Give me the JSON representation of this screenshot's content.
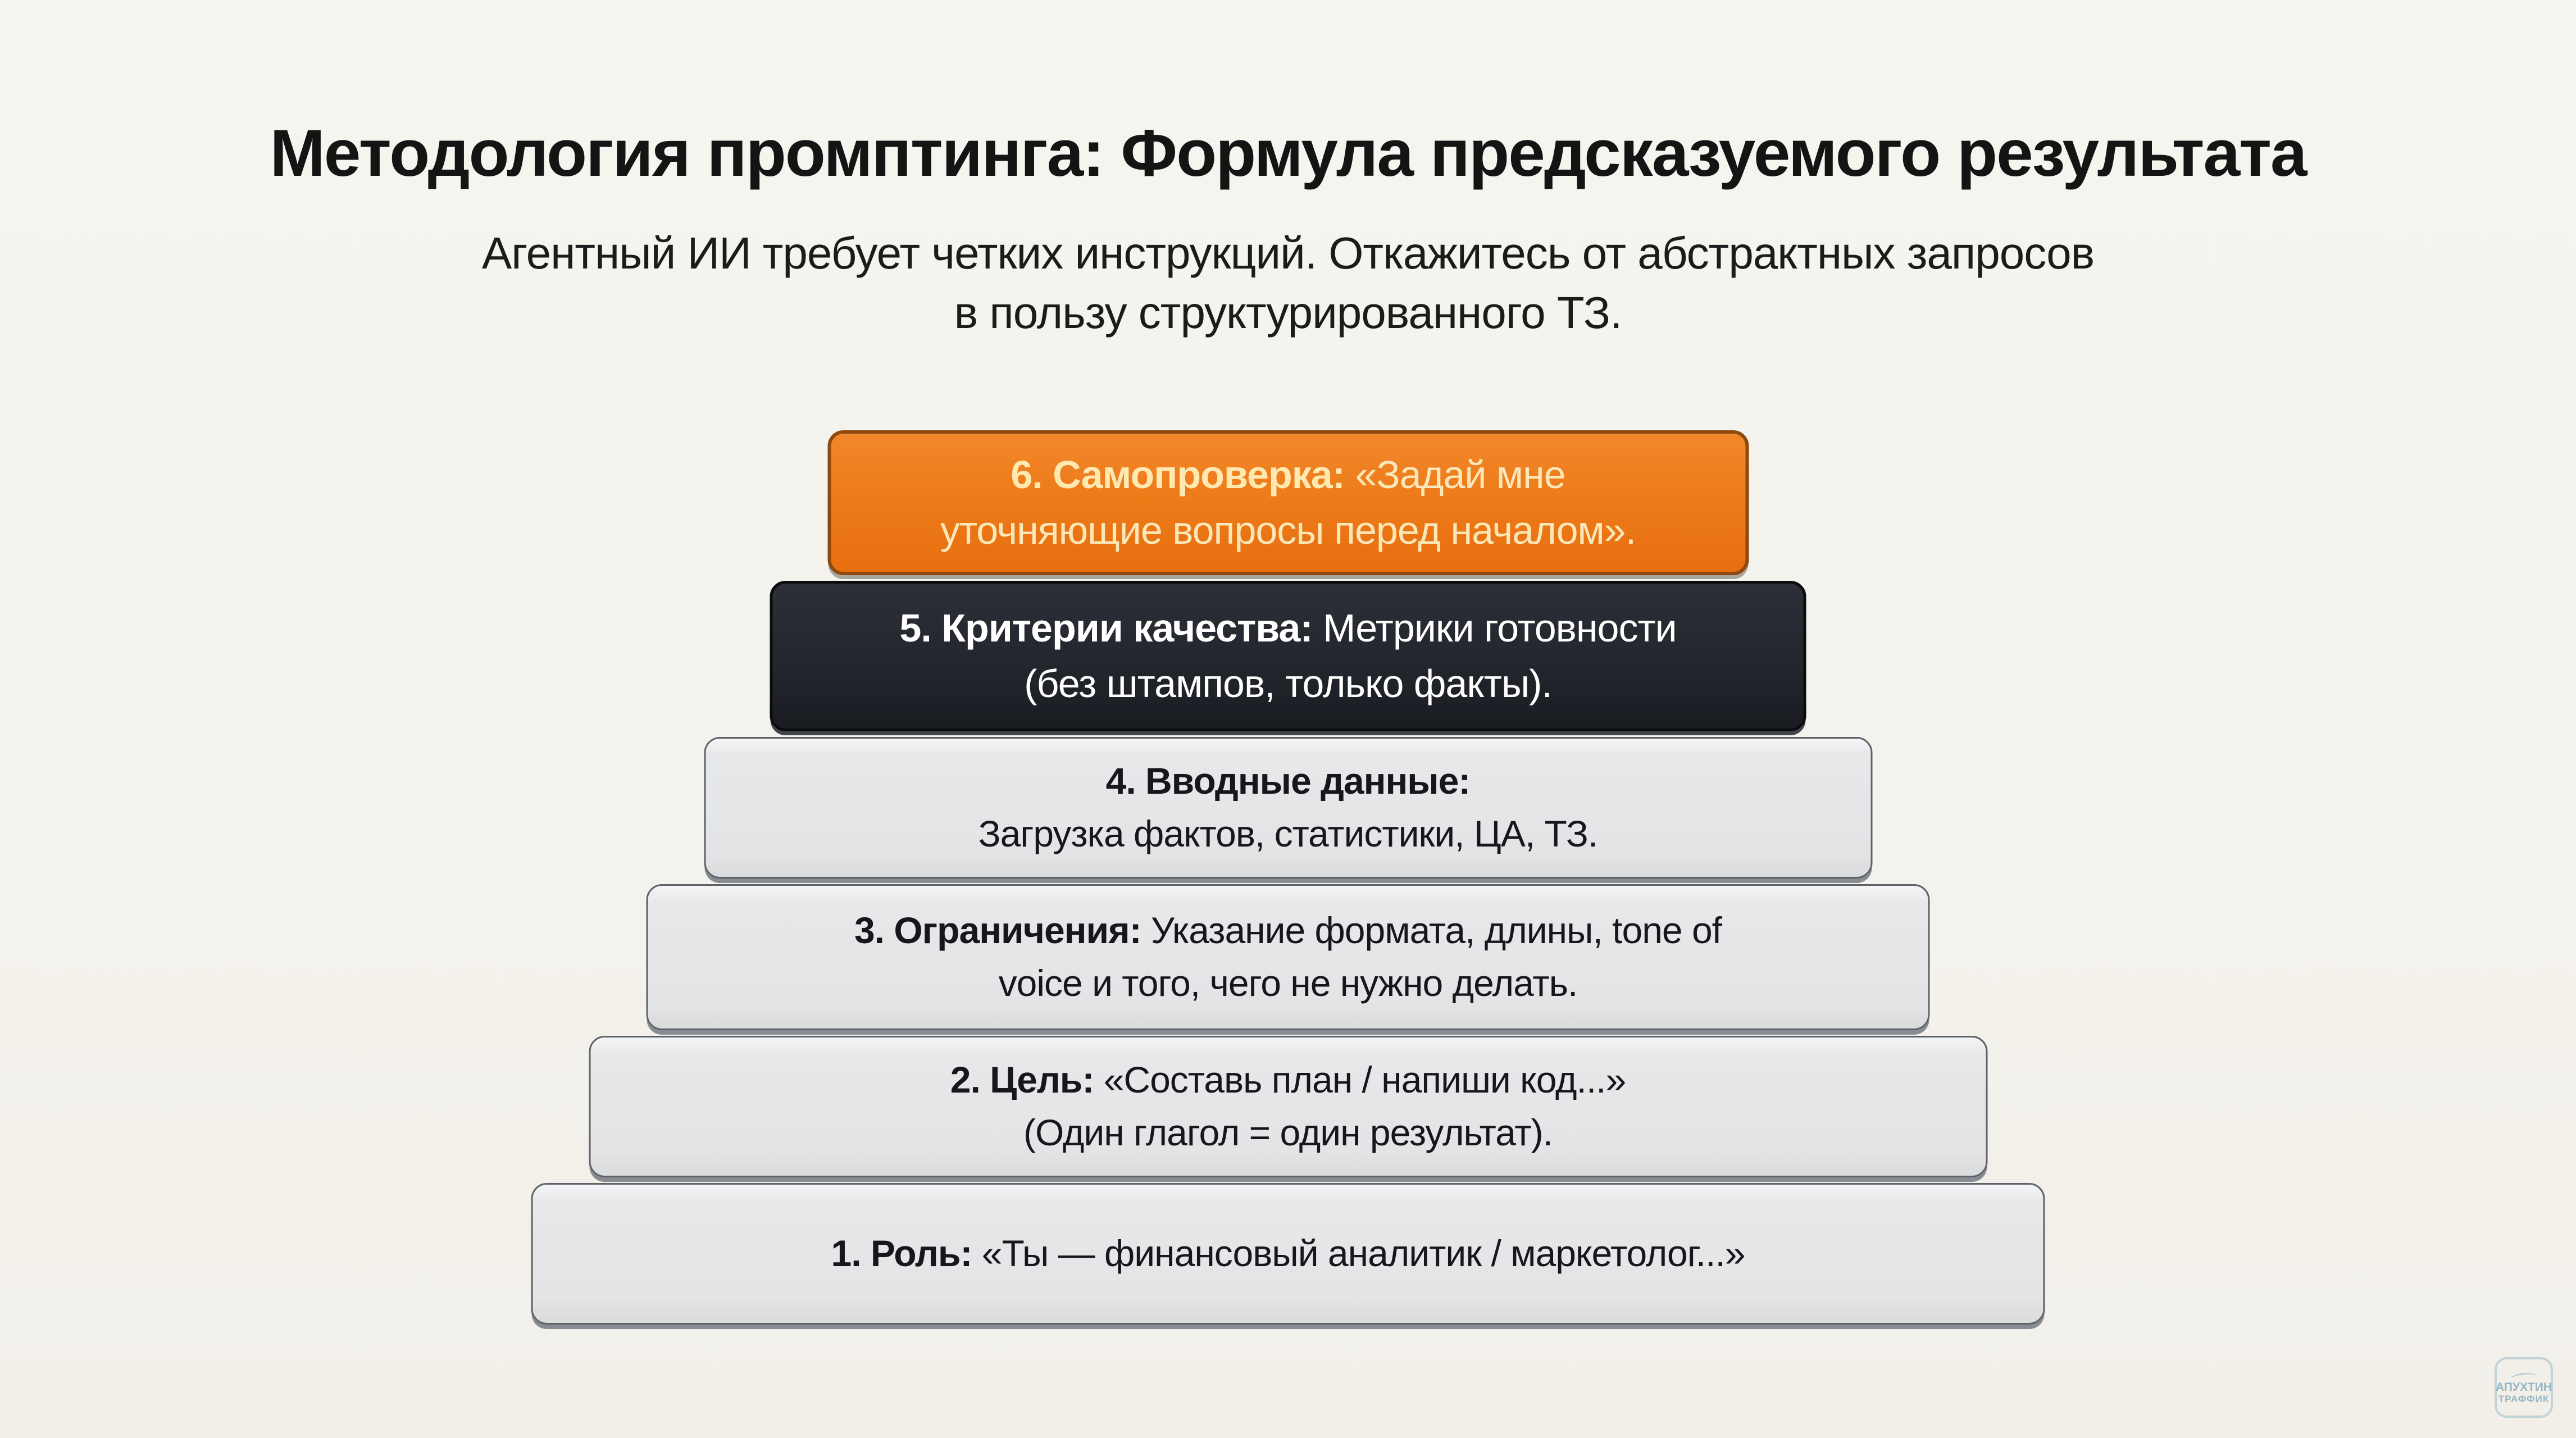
{
  "slide": {
    "title": "Методология промптинга: Формула предсказуемого результата",
    "subtitle_line1": "Агентный ИИ требует четких инструкций. Откажитесь от абстрактных запросов",
    "subtitle_line2": "в пользу структурированного ТЗ."
  },
  "pyramid": {
    "levels": [
      {
        "variant": "orange",
        "label": "6. Самопроверка:",
        "line1_rest": " «Задай мне",
        "line2": "уточняющие вопросы перед началом»."
      },
      {
        "variant": "dark",
        "label": "5. Критерии качества:",
        "line1_rest": " Метрики готовности",
        "line2": "(без штампов, только факты)."
      },
      {
        "variant": "gray",
        "label": "4. Вводные данные:",
        "line1_rest": "",
        "line2": "Загрузка фактов, статистики, ЦА, ТЗ."
      },
      {
        "variant": "gray",
        "label": "3. Ограничения:",
        "line1_rest": " Указание формата, длины, tone of",
        "line2": "voice и того, чего не нужно делать."
      },
      {
        "variant": "gray",
        "label": "2. Цель:",
        "line1_rest": " «Составь план / напиши код...»",
        "line2": "(Один глагол = один результат)."
      },
      {
        "variant": "gray",
        "label": "1. Роль:",
        "line1_rest": " «Ты — финансовый аналитик / маркетолог...»",
        "line2": ""
      }
    ]
  },
  "watermark": {
    "line1": "АПУХТИН",
    "line2": "ТРАФФИК"
  },
  "colors": {
    "background": "#f4f2ec",
    "title_text": "#141414",
    "accent_orange": "#ee7b19",
    "orange_border": "#8e4a0e",
    "orange_text": "#fbe7b8",
    "dark_block": "#23262d",
    "dark_text": "#ffffff",
    "gray_block": "#e4e5e7",
    "gray_border": "#5e6267",
    "block_text": "#16171a",
    "watermark_blue": "#96bcca"
  }
}
